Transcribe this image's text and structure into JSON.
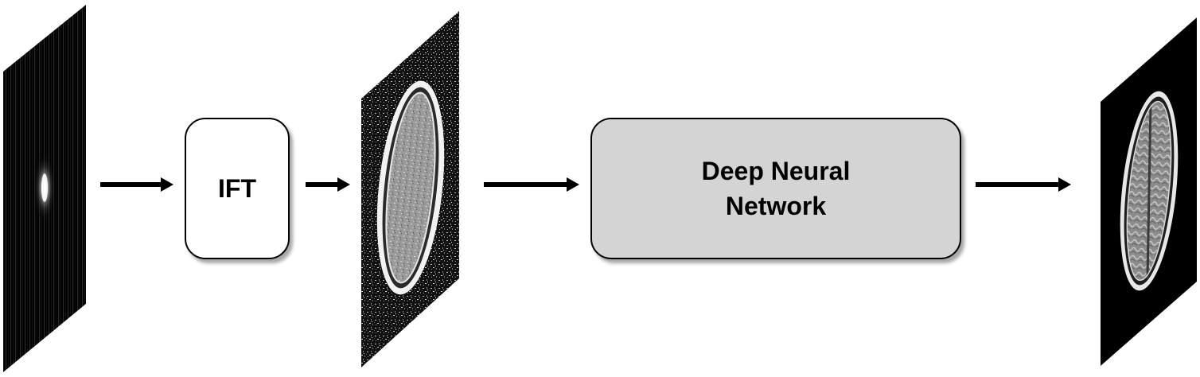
{
  "diagram": {
    "nodes": [
      {
        "id": "kspace",
        "kind": "image",
        "description": "undersampled k-space data"
      },
      {
        "id": "ift",
        "kind": "process",
        "label": "IFT"
      },
      {
        "id": "aliased",
        "kind": "image",
        "description": "aliased MR brain image"
      },
      {
        "id": "dnn",
        "kind": "process",
        "label": "Deep Neural\nNetwork"
      },
      {
        "id": "recon",
        "kind": "image",
        "description": "reconstructed MR brain image"
      }
    ],
    "edges": [
      {
        "from": "kspace",
        "to": "ift"
      },
      {
        "from": "ift",
        "to": "aliased"
      },
      {
        "from": "aliased",
        "to": "dnn"
      },
      {
        "from": "dnn",
        "to": "recon"
      }
    ]
  },
  "colors": {
    "process_box_fill": "#ffffff",
    "network_box_fill": "#d4d4d4",
    "stroke": "#000000",
    "arrow": "#000000"
  }
}
